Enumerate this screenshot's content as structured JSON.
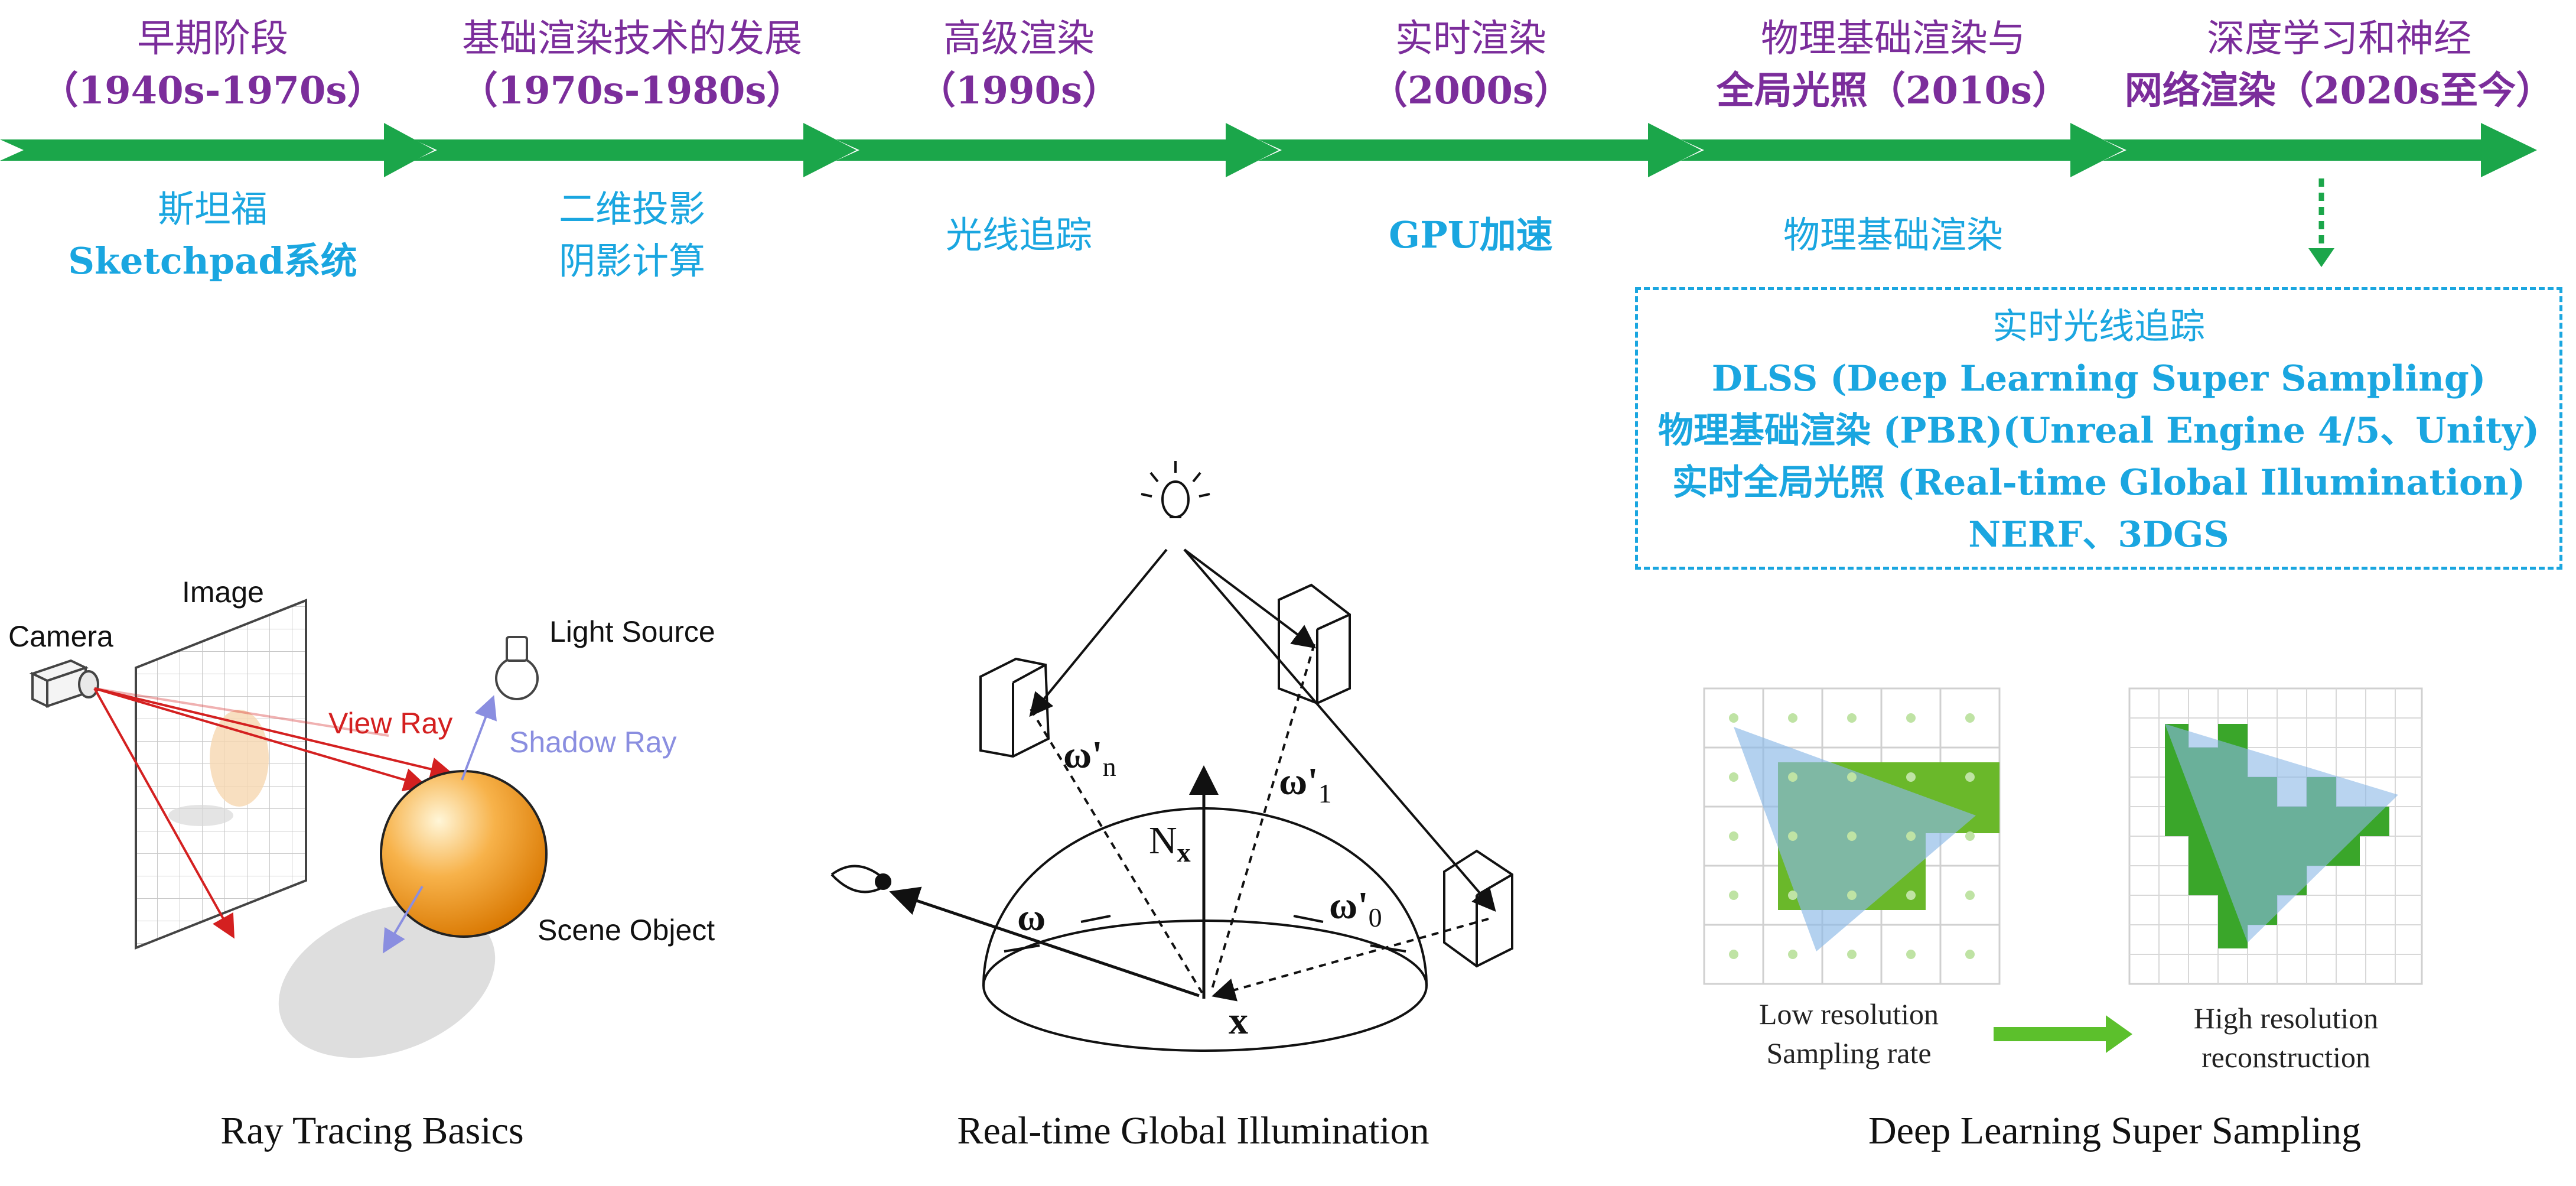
{
  "timeline": {
    "stages": [
      {
        "name": "早期阶段",
        "years": "（1940s-1970s）",
        "tech": [
          "斯坦福",
          "Sketchpad系统"
        ]
      },
      {
        "name": "基础渲染技术的发展",
        "years": "（1970s-1980s）",
        "tech": [
          "二维投影",
          "阴影计算"
        ]
      },
      {
        "name": "高级渲染",
        "years": "（1990s）",
        "tech": [
          "光线追踪"
        ]
      },
      {
        "name": "实时渲染",
        "years": "（2000s）",
        "tech": [
          "GPU加速"
        ]
      },
      {
        "name": "物理基础渲染与",
        "years": "全局光照（2010s）",
        "tech": [
          "物理基础渲染"
        ]
      },
      {
        "name": "深度学习和神经",
        "years": "网络渲染（2020s至今）",
        "tech": []
      }
    ],
    "modern_box": [
      "实时光线追踪",
      "DLSS (Deep Learning Super Sampling)",
      "物理基础渲染 (PBR)(Unreal Engine 4/5、Unity)",
      "实时全局光照 (Real-time Global Illumination)",
      "NERF、3DGS"
    ]
  },
  "ray_tracing": {
    "caption": "Ray Tracing Basics",
    "labels": {
      "image": "Image",
      "camera": "Camera",
      "light": "Light Source",
      "view_ray": "View Ray",
      "shadow_ray": "Shadow Ray",
      "object": "Scene Object"
    }
  },
  "global_illumination": {
    "caption": "Real-time Global Illumination",
    "labels": {
      "omega": "ω",
      "normal": "N",
      "normal_sub": "x",
      "point": "x",
      "w_n": "ω'",
      "w_n_sub": "n",
      "w_1": "ω'",
      "w_1_sub": "1",
      "w_0": "ω'",
      "w_0_sub": "0"
    }
  },
  "dlss": {
    "caption": "Deep Learning Super Sampling",
    "low_label": [
      "Low resolution",
      "Sampling rate"
    ],
    "high_label": [
      "High resolution",
      "reconstruction"
    ]
  },
  "colors": {
    "arrow_green": "#1ba64a",
    "stage_purple": "#7b2d9b",
    "tech_blue": "#1aa6e0"
  }
}
